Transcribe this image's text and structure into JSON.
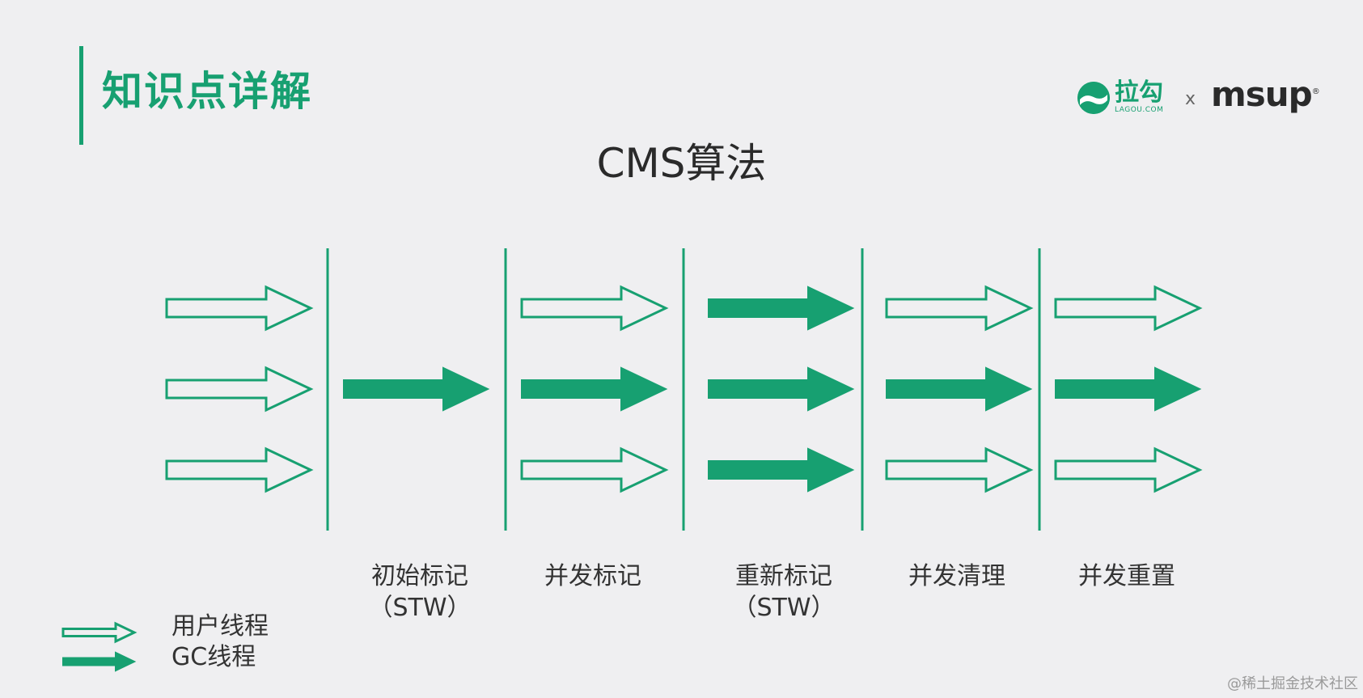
{
  "header": {
    "section_title": "知识点详解",
    "logo_lagou_cn": "拉勾",
    "logo_lagou_en": "LAGOU.COM",
    "logo_separator": "x",
    "logo_msup": "msup",
    "logo_msup_mark": "®"
  },
  "diagram": {
    "title": "CMS算法",
    "colors": {
      "accent": "#17a071",
      "background": "#efeff1",
      "text": "#333333"
    },
    "phases": [
      {
        "label_line1": "初始标记",
        "label_line2": "（STW）",
        "rows": [
          null,
          "gc",
          null
        ]
      },
      {
        "label_line1": "并发标记",
        "label_line2": "",
        "rows": [
          "user",
          "gc",
          "user"
        ]
      },
      {
        "label_line1": "重新标记",
        "label_line2": "（STW）",
        "rows": [
          "gc",
          "gc",
          "gc"
        ]
      },
      {
        "label_line1": "并发清理",
        "label_line2": "",
        "rows": [
          "user",
          "gc",
          "user"
        ]
      },
      {
        "label_line1": "并发重置",
        "label_line2": "",
        "rows": [
          "user",
          "gc",
          "user"
        ]
      }
    ],
    "initial_rows": [
      "user",
      "user",
      "user"
    ]
  },
  "legend": {
    "user_thread": "用户线程",
    "gc_thread": "GC线程"
  },
  "watermark": "@稀土掘金技术社区"
}
